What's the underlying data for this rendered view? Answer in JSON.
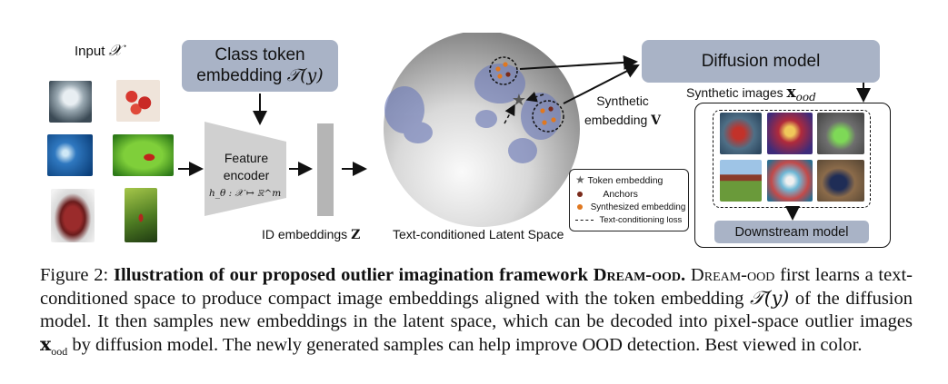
{
  "figure": {
    "input_label": "Input",
    "input_symbol": "𝒳",
    "class_token_box": {
      "line1": "Class token",
      "line2": "embedding",
      "symbol": "𝒯(y)"
    },
    "feature_encoder": {
      "line1": "Feature",
      "line2": "encoder",
      "formula": "h_θ : 𝒳 ↦ ℝ^m"
    },
    "id_embeddings_label": "ID embeddings",
    "id_embeddings_symbol": "Z",
    "latent_space_label": "Text-conditioned Latent Space",
    "synthetic_embedding": {
      "line1": "Synthetic",
      "line2": "embedding",
      "symbol": "V"
    },
    "diffusion_model_label": "Diffusion model",
    "synthetic_images_label": "Synthetic images",
    "synthetic_images_symbol": "x",
    "synthetic_images_subscript": "ood",
    "downstream_model_label": "Downstream model",
    "legend": [
      {
        "icon": "star",
        "label": "Token embedding"
      },
      {
        "icon": "dot-dark",
        "label": "Anchors"
      },
      {
        "icon": "dot-orange",
        "label": "Synthesized embedding"
      },
      {
        "icon": "dashed-arrow",
        "label": "Text-conditioning loss"
      }
    ],
    "colors": {
      "box_fill": "#a9b3c6",
      "sphere_light": "#f4f4f4",
      "sphere_dark": "#8d8d8d",
      "cluster": "#6f7cb8",
      "anchor": "#7a2a1a",
      "synth": "#e07820"
    }
  },
  "caption": {
    "prefix": "Figure 2: ",
    "title_bold": "Illustration of our proposed outlier imagination framework ",
    "method_name": "Dream-ood.",
    "method_name_2": "Dream-ood",
    "text1": " first learns a text-conditioned space to produce compact image embeddings aligned with the token embedding ",
    "sym_ty": "𝒯(y)",
    "text2": " of the diffusion model. It then samples new embeddings in the latent space, which can be decoded into pixel-space outlier images ",
    "sym_x": "x",
    "sym_x_sub": "ood",
    "text3": " by diffusion model. The newly generated samples can help improve OOD detection. Best viewed in color."
  }
}
